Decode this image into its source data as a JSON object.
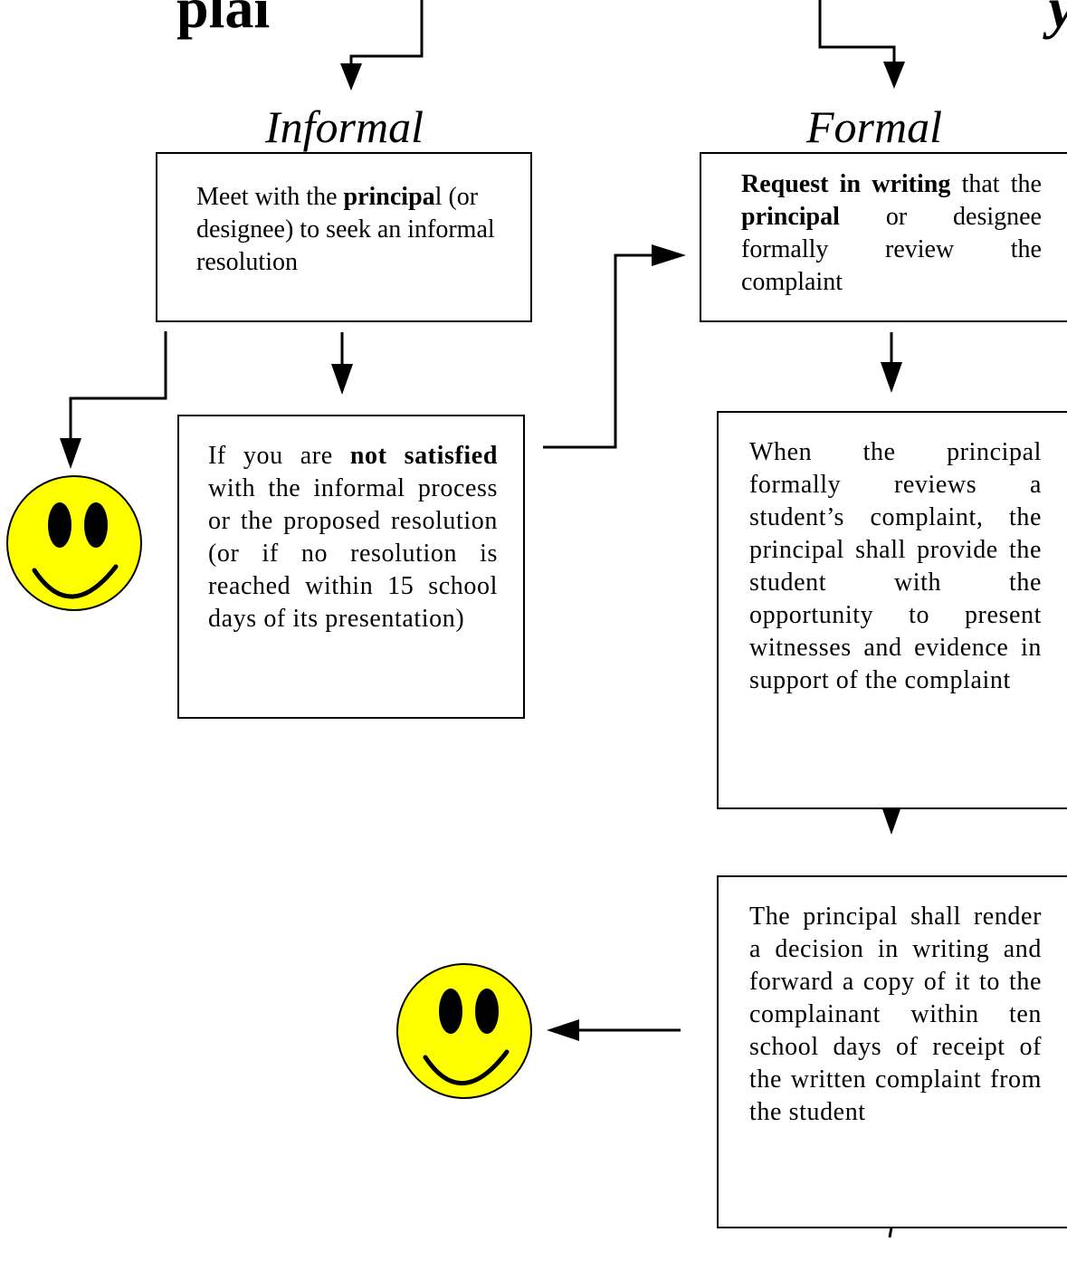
{
  "title": {
    "left_fragment": "plai",
    "right_fragment": "y"
  },
  "headings": {
    "informal": "Informal",
    "formal": "Formal"
  },
  "boxes": {
    "meet": {
      "pre": "Meet with the ",
      "bold": "principa",
      "post": "l (or designee) to seek an informal resolution"
    },
    "not_satisfied": {
      "pre": "If you are ",
      "bold": "not satisfied",
      "post": " with the informal process or the proposed resolution (or if no resolution is reached within 15 school days of its presentation)"
    },
    "request": {
      "bold1": "Request in writing",
      "mid": " that the ",
      "bold2": "principal",
      "post": " or designee formally review the complaint"
    },
    "review": {
      "text": "When the principal formally reviews a student’s complaint, the principal shall provide the student with the opportunity to present witnesses and evidence in support of the complaint"
    },
    "decision": {
      "text": "The principal shall render a decision in writing and forward a copy of it to the complainant within ten school days of receipt of the written complaint from the student"
    }
  },
  "icons": {
    "smiley_color": "#ffff00",
    "smiley_names": [
      "smiley-face-icon",
      "smiley-face-icon"
    ]
  }
}
